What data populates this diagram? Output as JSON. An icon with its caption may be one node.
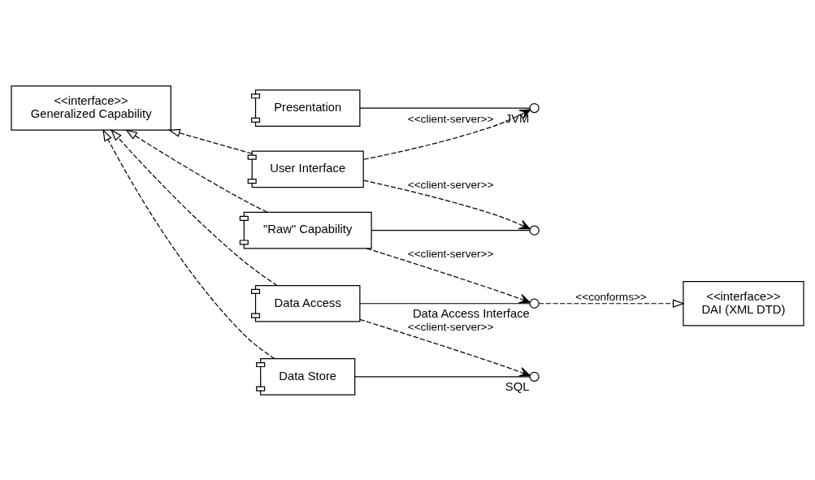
{
  "diagram": {
    "nodes": [
      {
        "text": [
          "Presentation"
        ]
      },
      {
        "text": [
          "User Interface"
        ]
      },
      {
        "text": [
          "\"Raw\" Capability"
        ]
      },
      {
        "text": [
          "Data Access"
        ]
      },
      {
        "text": [
          "Data Store"
        ]
      },
      {
        "text": [
          "<<interface>>",
          "Generalized Capability"
        ]
      },
      {
        "text": [],
        "shape": "circle",
        "beside": [
          "JVM"
        ]
      },
      {
        "text": [],
        "shape": "circle"
      },
      {
        "text": [],
        "shape": "circle",
        "beside": [
          "Data Access Interface"
        ]
      },
      {
        "text": [
          "<<interface>>",
          "DAI (XML DTD)"
        ]
      },
      {
        "text": [],
        "shape": "circle",
        "beside": [
          "SQL"
        ]
      }
    ],
    "edges": [
      {
        "from": 0,
        "to": 6,
        "arrow": "none"
      },
      {
        "from": 1,
        "to": 6,
        "arrow": "to",
        "style": "dashed",
        "label": "<<client-server>>"
      },
      {
        "from": 1,
        "to": 7,
        "arrow": "to",
        "style": "dashed",
        "label": "<<client-server>>"
      },
      {
        "from": 2,
        "to": 7,
        "arrow": "none"
      },
      {
        "from": 2,
        "to": 8,
        "arrow": "to",
        "style": "dashed",
        "label": "<<client-server>>"
      },
      {
        "from": 3,
        "to": 8,
        "arrow": "none"
      },
      {
        "from": 8,
        "to": 9,
        "arrow": "to",
        "style": "dashed",
        "label": "<<conforms>>"
      },
      {
        "from": 3,
        "to": 10,
        "arrow": "to",
        "style": "dashed",
        "label": "<<client-server>>"
      },
      {
        "from": 4,
        "to": 10,
        "arrow": "none"
      },
      {
        "from": 1,
        "to": 5,
        "arrow": "to",
        "style": "dashed"
      },
      {
        "from": 2,
        "to": 5,
        "arrow": "to",
        "style": "dashed"
      },
      {
        "from": 3,
        "to": 5,
        "arrow": "to",
        "style": "dashed"
      },
      {
        "from": 4,
        "to": 5,
        "arrow": "to",
        "style": "dashed"
      }
    ]
  }
}
